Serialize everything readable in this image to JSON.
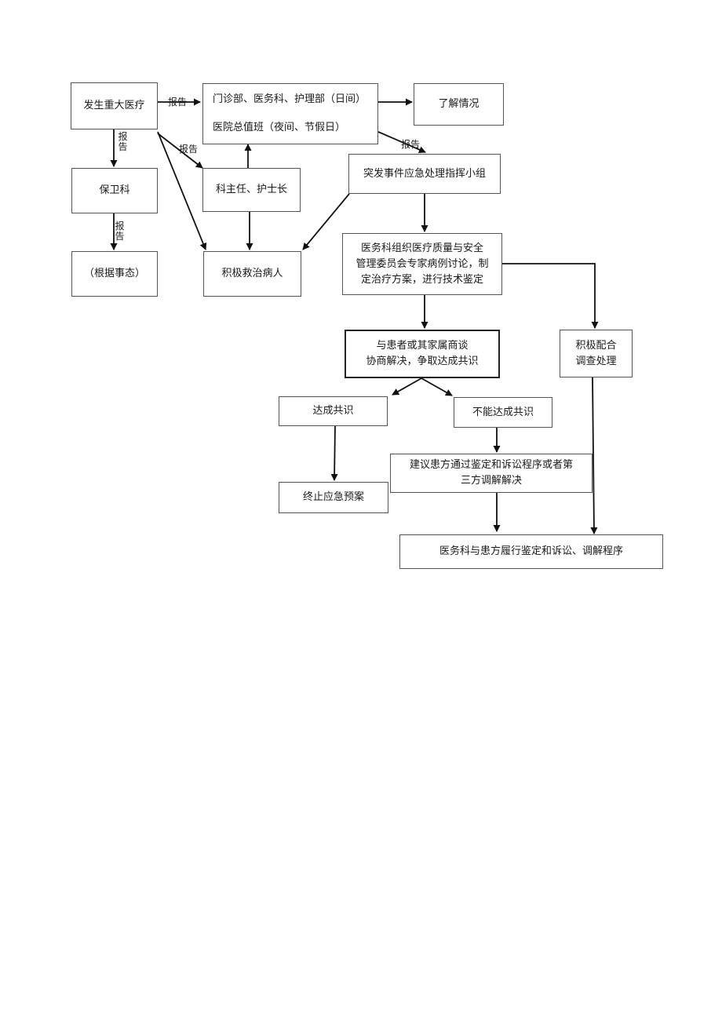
{
  "nodes": {
    "major_incident": "发生重大医疗",
    "outpatient_line1": "门诊部、医务科、护理部（日间）",
    "outpatient_line2": "医院总值班（夜间、节假日）",
    "understand": "了解情况",
    "security": "保卫科",
    "by_situation": "（根据事态）",
    "dept_heads": "科主任、护士长",
    "emergency_group": "突发事件应急处理指挥小组",
    "treat_patient": "积极救治病人",
    "expert_line1": "医务科组织医疗质量与安全",
    "expert_line2": "管理委员会专家病例讨论，制",
    "expert_line3": "定治疗方案，进行技术鉴定",
    "negotiate_line1": "与患者或其家属商谈",
    "negotiate_line2": "协商解决，争取达成共识",
    "cooperate_line1": "积极配合",
    "cooperate_line2": "调查处理",
    "consensus": "达成共识",
    "no_consensus": "不能达成共识",
    "suggest_line1": "建议患方通过鉴定和诉讼程序或者第",
    "suggest_line2": "三方调解解决",
    "terminate": "终止应急预案",
    "final": "医务科与患方履行鉴定和诉讼、调解程序"
  },
  "edge_labels": {
    "report": "报告"
  }
}
